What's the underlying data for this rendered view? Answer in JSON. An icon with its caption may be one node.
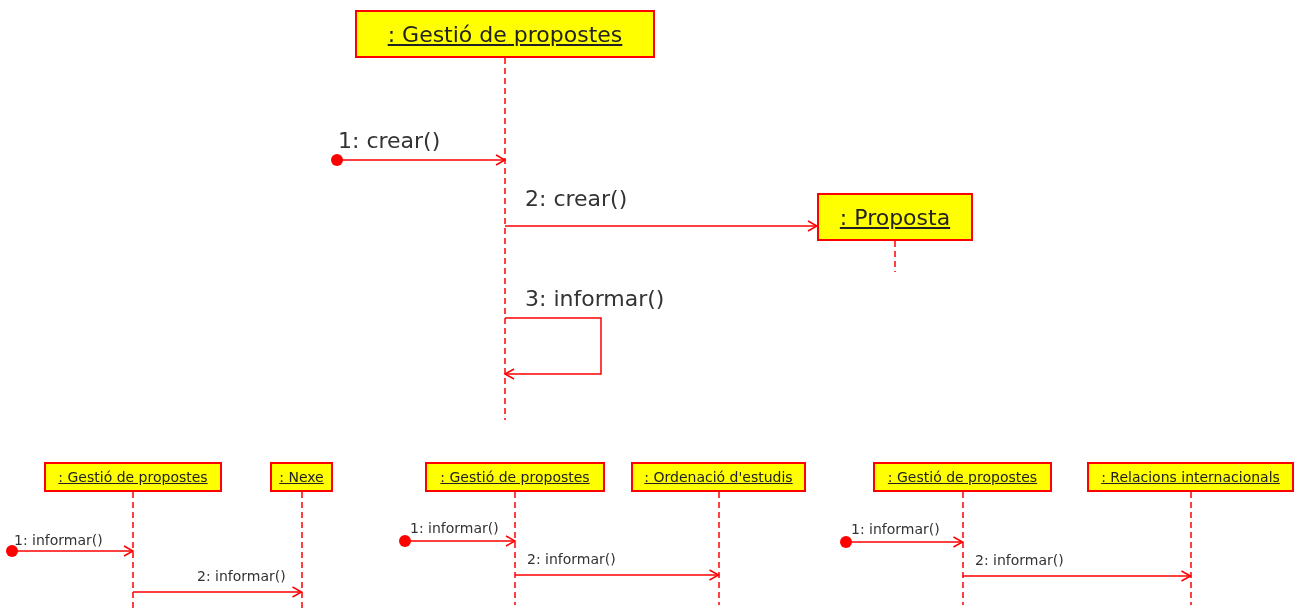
{
  "diagram": {
    "nodes": [
      {
        "text": [
          ": Gestió de propostes"
        ]
      },
      {
        "text": [
          ": Proposta"
        ]
      },
      {
        "text": [
          ": Gestió de propostes"
        ]
      },
      {
        "text": [
          ": Nexe"
        ]
      },
      {
        "text": [
          ": Gestió de propostes"
        ]
      },
      {
        "text": [
          ": Ordenació d'estudis"
        ]
      },
      {
        "text": [
          ": Gestió de propostes"
        ]
      },
      {
        "text": [
          ": Relacions internacionals"
        ]
      }
    ],
    "edges": [
      {
        "from": null,
        "to": 0,
        "arrow": "to",
        "label": "1: crear()"
      },
      {
        "from": 0,
        "to": 1,
        "arrow": "to",
        "label": "2: crear()"
      },
      {
        "from": 0,
        "to": 0,
        "arrow": "to",
        "label": "3: informar()"
      },
      {
        "from": null,
        "to": 2,
        "arrow": "to",
        "label": "1: informar()"
      },
      {
        "from": 2,
        "to": 3,
        "arrow": "to",
        "label": "2: informar()"
      },
      {
        "from": null,
        "to": 4,
        "arrow": "to",
        "label": "1: informar()"
      },
      {
        "from": 4,
        "to": 5,
        "arrow": "to",
        "label": "2: informar()"
      },
      {
        "from": null,
        "to": 6,
        "arrow": "to",
        "label": "1: informar()"
      },
      {
        "from": 6,
        "to": 7,
        "arrow": "to",
        "label": "2: informar()"
      }
    ]
  }
}
